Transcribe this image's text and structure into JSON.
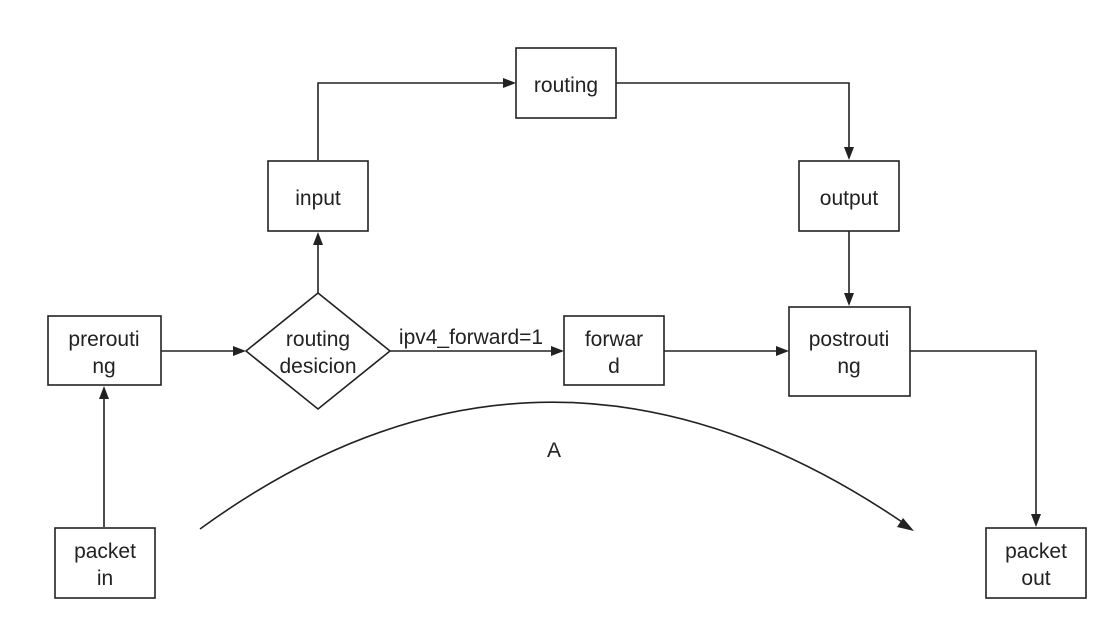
{
  "nodes": {
    "routing": [
      "routing"
    ],
    "input": [
      "input"
    ],
    "output": [
      "output"
    ],
    "prerouting": [
      "prerouti",
      "ng"
    ],
    "routing_decision": [
      "routing",
      "desicion"
    ],
    "forward": [
      "forwar",
      "d"
    ],
    "postrouting": [
      "postrouti",
      "ng"
    ],
    "packet_in": [
      "packet",
      "in"
    ],
    "packet_out": [
      "packet",
      "out"
    ]
  },
  "edge_labels": {
    "ipv4_forward": "ipv4_forward=1",
    "arc": "A"
  },
  "colors": {
    "stroke": "#222222",
    "background": "#ffffff"
  }
}
